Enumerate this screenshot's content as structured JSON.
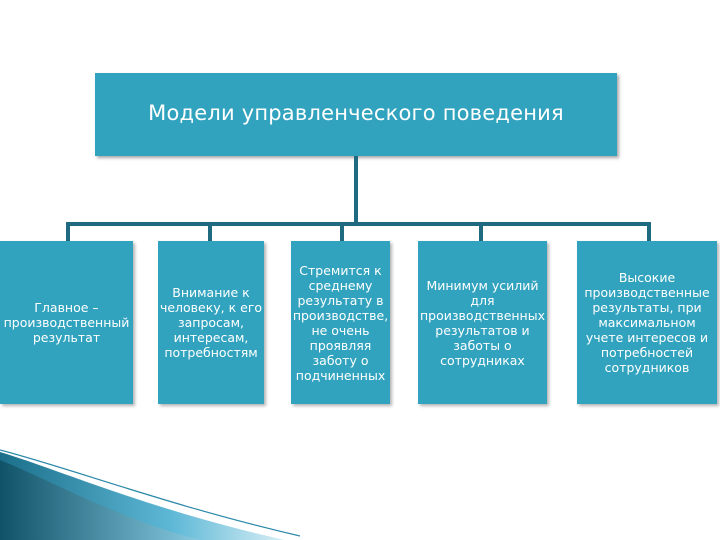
{
  "diagram": {
    "root": {
      "label": "Модели управленческого поведения"
    },
    "children": [
      {
        "label": "Главное –\nпроизводственный\nрезультат"
      },
      {
        "label": "Внимание к\nчеловеку, к его\nзапросам,\nинтересам,\nпотребностям"
      },
      {
        "label": "Стремится к\nсреднему\nрезультату в\nпроизводстве,\nне очень\nпроявляя\nзаботу о\nподчиненных"
      },
      {
        "label": "Минимум усилий\nдля\nпроизводственных\nрезультатов и\nзаботы о\nсотрудниках"
      },
      {
        "label": "Высокие\nпроизводственные\nрезультаты, при\nмаксимальном\nучете интересов и\nпотребностей\nсотрудников"
      }
    ]
  },
  "colors": {
    "box_fill": "#31a3bf",
    "connector": "#1f6a80",
    "text": "#ffffff"
  }
}
